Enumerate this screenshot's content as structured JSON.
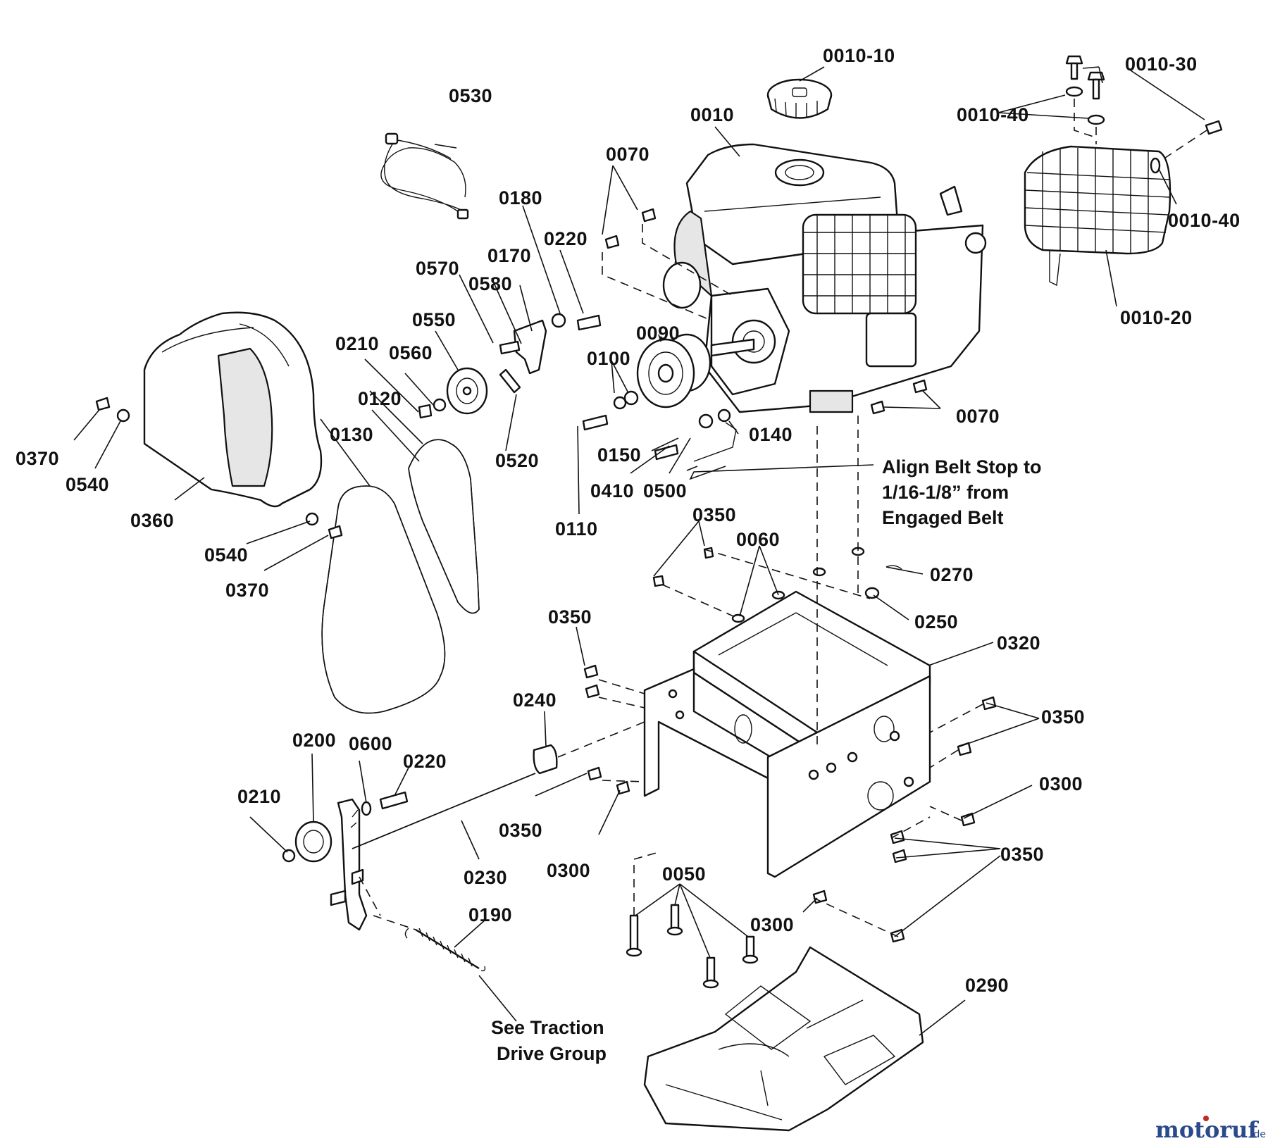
{
  "labels": {
    "l0010_10": "0010-10",
    "l0010": "0010",
    "l0010_30": "0010-30",
    "l0010_40a": "0010-40",
    "l0010_40b": "0010-40",
    "l0010_20": "0010-20",
    "l0530": "0530",
    "l0070a": "0070",
    "l0070b": "0070",
    "l0180": "0180",
    "l0220a": "0220",
    "l0570": "0570",
    "l0170": "0170",
    "l0580": "0580",
    "l0550": "0550",
    "l0210a": "0210",
    "l0560": "0560",
    "l0120": "0120",
    "l0520": "0520",
    "l0100": "0100",
    "l0090": "0090",
    "l0140": "0140",
    "l0150": "0150",
    "l0410": "0410",
    "l0500": "0500",
    "l0110": "0110",
    "l0130": "0130",
    "l0370a": "0370",
    "l0540a": "0540",
    "l0360": "0360",
    "l0540b": "0540",
    "l0370b": "0370",
    "l0350a": "0350",
    "l0060": "0060",
    "l0270": "0270",
    "l0250": "0250",
    "l0320": "0320",
    "l0350b": "0350",
    "l0350c": "0350",
    "l0240": "0240",
    "l0200": "0200",
    "l0600": "0600",
    "l0220b": "0220",
    "l0210b": "0210",
    "l0350d": "0350",
    "l0300a": "0300",
    "l0230": "0230",
    "l0300b": "0300",
    "l0350e": "0350",
    "l0050": "0050",
    "l0300c": "0300",
    "l0190": "0190",
    "l0290": "0290"
  },
  "notes": {
    "belt_stop": [
      "Align Belt Stop to",
      "1/16-1/8” from",
      "Engaged Belt"
    ],
    "traction": [
      "See Traction",
      "Drive Group"
    ]
  },
  "watermark": {
    "brand": "motoruf",
    "suffix": ".de"
  },
  "colors": {
    "ink": "#111111",
    "watermark_blue": "#2b4a8c",
    "watermark_red": "#c0282d"
  }
}
